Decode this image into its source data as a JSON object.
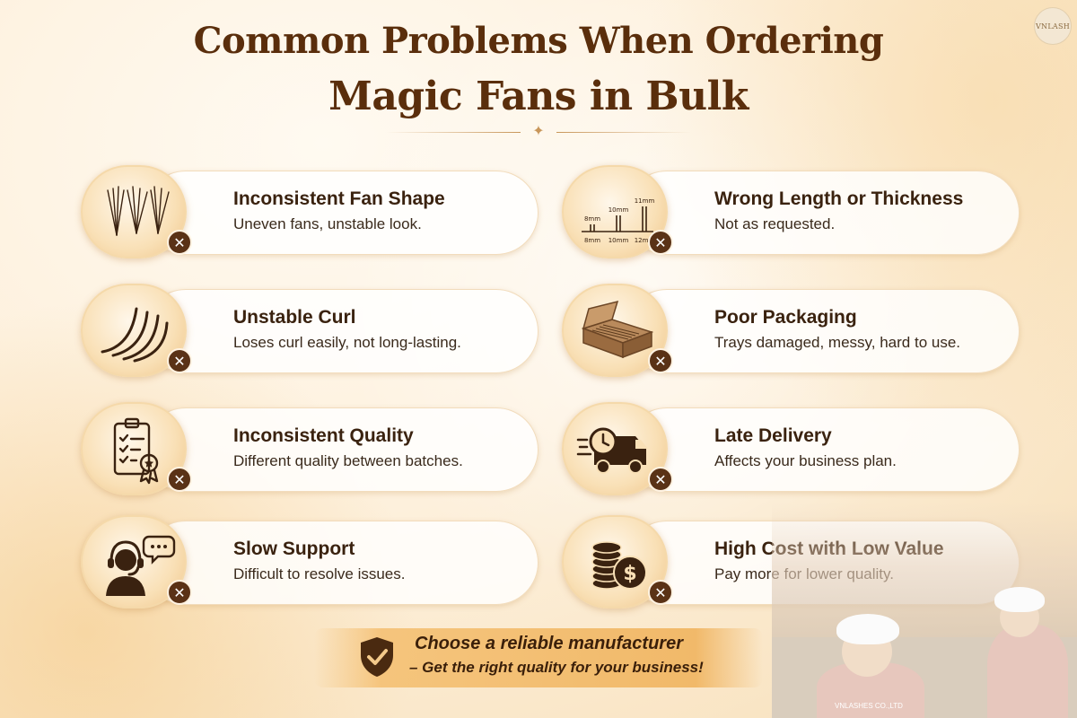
{
  "logo": {
    "text": "VNLASH"
  },
  "title": {
    "line1": "Common Problems When Ordering",
    "line2": "Magic Fans in Bulk"
  },
  "problems": [
    {
      "title": "Inconsistent Fan Shape",
      "desc": "Uneven fans, unstable look.",
      "icon": "fan-lashes-icon"
    },
    {
      "title": "Wrong Length or Thickness",
      "desc": "Not as requested.",
      "icon": "length-measure-icon"
    },
    {
      "title": "Unstable Curl",
      "desc": "Loses curl easily, not long-lasting.",
      "icon": "curl-icon"
    },
    {
      "title": "Poor Packaging",
      "desc": "Trays damaged, messy, hard to use.",
      "icon": "damaged-box-icon"
    },
    {
      "title": "Inconsistent Quality",
      "desc": "Different quality between batches.",
      "icon": "checklist-award-icon"
    },
    {
      "title": "Late Delivery",
      "desc": "Affects your business plan.",
      "icon": "delivery-truck-clock-icon"
    },
    {
      "title": "Slow Support",
      "desc": "Difficult to resolve issues.",
      "icon": "support-headset-icon"
    },
    {
      "title": "High Cost with Low Value",
      "desc": "Pay more for lower quality.",
      "icon": "coins-dollar-icon"
    }
  ],
  "length_labels": {
    "a": "8mm",
    "b": "10mm",
    "c": "12mm",
    "top_a": "8mm",
    "top_b": "10mm",
    "top_c": "11mm"
  },
  "badge_symbol": "✕",
  "cta": {
    "line1": "Choose a reliable manufacturer",
    "line2": "– Get the right quality for your business!"
  },
  "photo": {
    "uniform_text": "VNLASHES CO.,LTD"
  },
  "colors": {
    "brown": "#5a2e0c",
    "gold": "#c8965a",
    "badge": "#5a3216"
  }
}
